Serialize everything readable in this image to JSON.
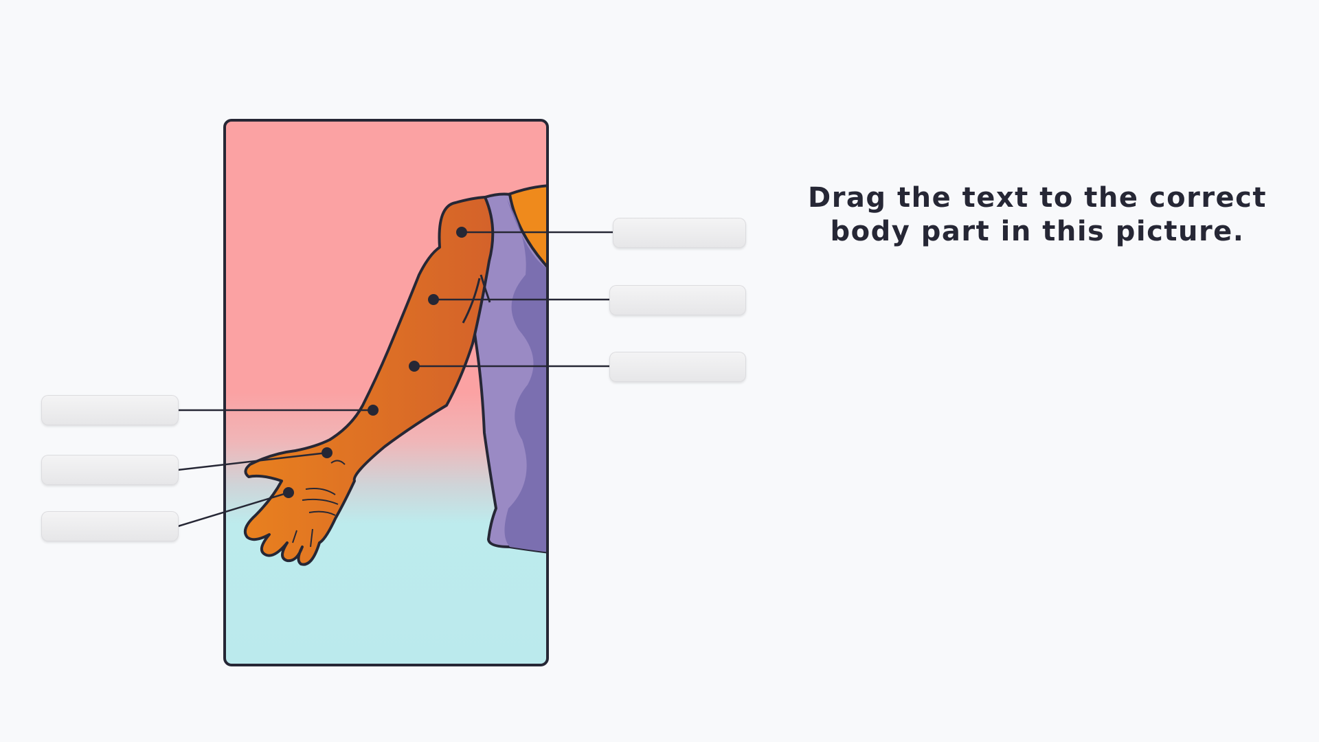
{
  "instruction": {
    "text": "Drag the text to the correct body part in this picture."
  },
  "drop_slots": [
    {
      "id": "upper-right-1",
      "value": ""
    },
    {
      "id": "upper-right-2",
      "value": ""
    },
    {
      "id": "upper-right-3",
      "value": ""
    },
    {
      "id": "left-1",
      "value": ""
    },
    {
      "id": "left-2",
      "value": ""
    },
    {
      "id": "left-3",
      "value": ""
    }
  ],
  "colors": {
    "background": "#f8f9fb",
    "sky_top": "#fba2a3",
    "sky_bottom": "#bbeaed",
    "skin": "#e57a20",
    "skin_shadow": "#d4642a",
    "shirt_light": "#9a8ac4",
    "shirt_dark": "#7b6fb0",
    "outline": "#262735",
    "slot": "#e8e8ea"
  }
}
